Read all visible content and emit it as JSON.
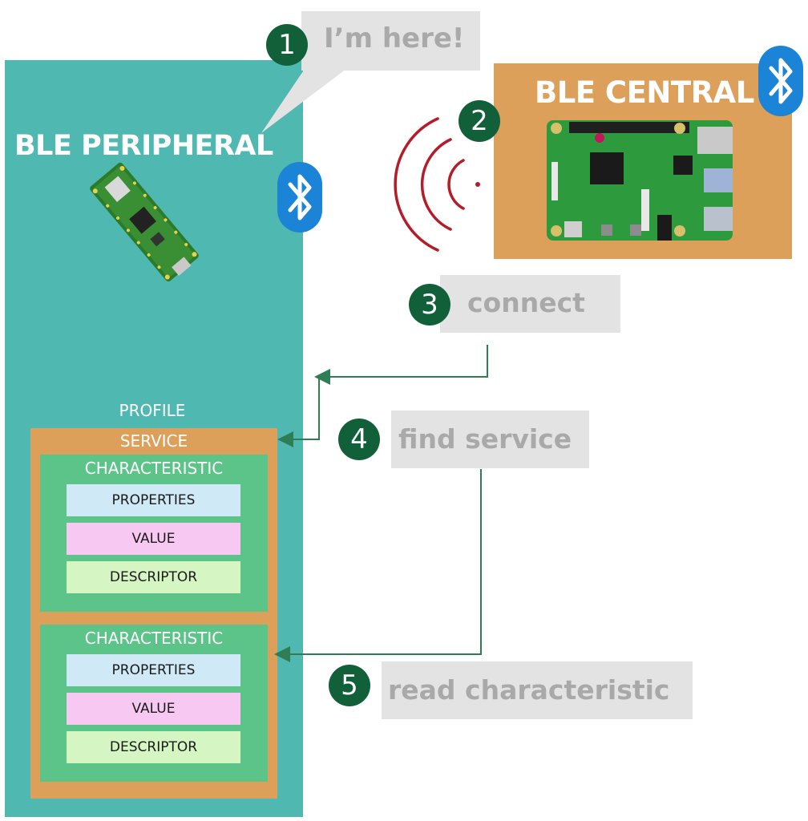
{
  "peripheral": {
    "title": "BLE PERIPHERAL"
  },
  "central": {
    "title": "BLE CENTRAL"
  },
  "bubble": {
    "text": "I’m here!"
  },
  "steps": [
    {
      "num": "1",
      "label": "I’m here!"
    },
    {
      "num": "2",
      "label": ""
    },
    {
      "num": "3",
      "label": "connect"
    },
    {
      "num": "4",
      "label": "find service"
    },
    {
      "num": "5",
      "label": "read characteristic"
    }
  ],
  "profile": {
    "label": "PROFILE",
    "service": {
      "label": "SERVICE",
      "characteristics": [
        {
          "label": "CHARACTERISTIC",
          "properties": "PROPERTIES",
          "value": "VALUE",
          "descriptor": "DESCRIPTOR"
        },
        {
          "label": "CHARACTERISTIC",
          "properties": "PROPERTIES",
          "value": "VALUE",
          "descriptor": "DESCRIPTOR"
        }
      ]
    }
  },
  "colors": {
    "peripheral_bg": "#4fb8b0",
    "central_bg": "#dca05b",
    "step_circle": "#11603a",
    "bluetooth": "#1c84d6",
    "signal": "#b51c2a",
    "arrow": "#2e7d55"
  },
  "icons": [
    "bluetooth-icon",
    "pico-board-icon",
    "raspberry-pi-board-icon",
    "signal-waves-icon"
  ]
}
